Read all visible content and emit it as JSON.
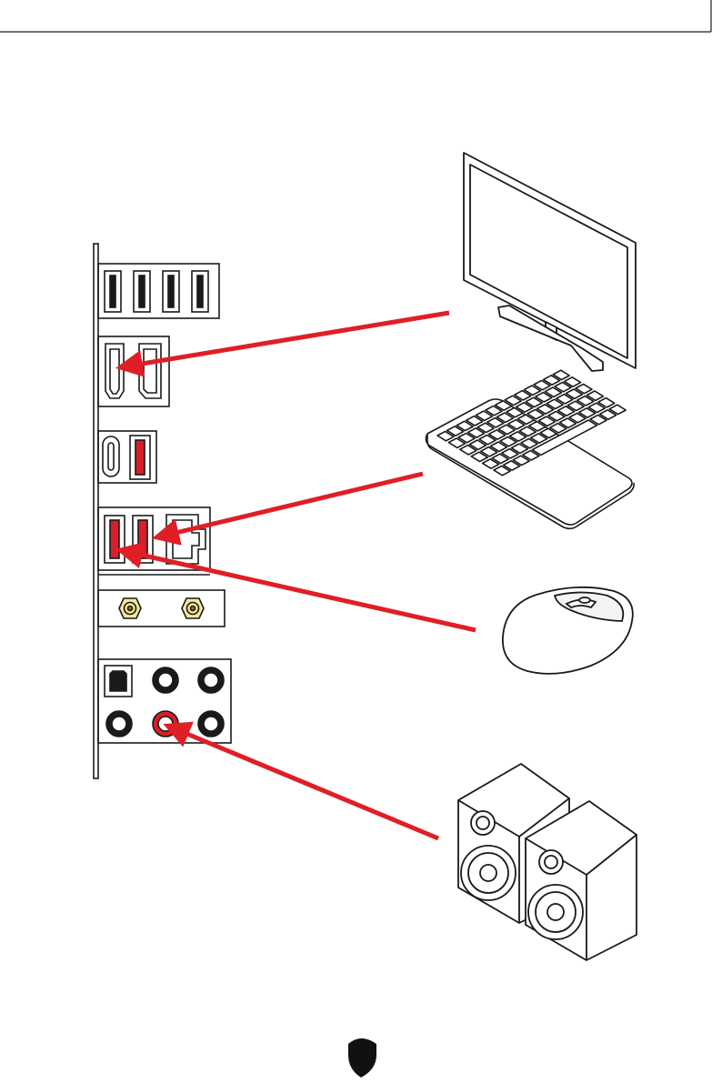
{
  "colors": {
    "accent_red": "#e01e26",
    "port_red": "#d91e2a",
    "line": "#1a1a1a",
    "gold": "#f4e79a",
    "gold_dark": "#8a7a20",
    "paper": "#ffffff",
    "shield": "#111111"
  },
  "io_panel": {
    "usb_top_count": 4,
    "display_ports": [
      "hdmi-port",
      "displayport-port"
    ],
    "usb_c_block": [
      "usb-c-port",
      "usb-a-red-port"
    ],
    "lan_block": [
      "usb-a-red-port",
      "usb-a-red-port",
      "lan-port"
    ],
    "wifi_antenna_count": 2,
    "audio_ports": [
      "optical-spdif-port",
      "audio-jack",
      "audio-jack",
      "audio-jack",
      "line-out-jack-red",
      "audio-jack"
    ]
  },
  "connections": [
    {
      "device": "monitor",
      "target_port": "hdmi-port"
    },
    {
      "device": "keyboard",
      "target_port": "usb-a-red-port-2"
    },
    {
      "device": "mouse",
      "target_port": "usb-a-red-port-1"
    },
    {
      "device": "speakers",
      "target_port": "line-out-jack-red"
    }
  ],
  "icons": {
    "footer": "msi-shield-icon",
    "monitor": "monitor-icon",
    "keyboard": "keyboard-icon",
    "mouse": "mouse-icon",
    "speakers": "speakers-icon"
  }
}
